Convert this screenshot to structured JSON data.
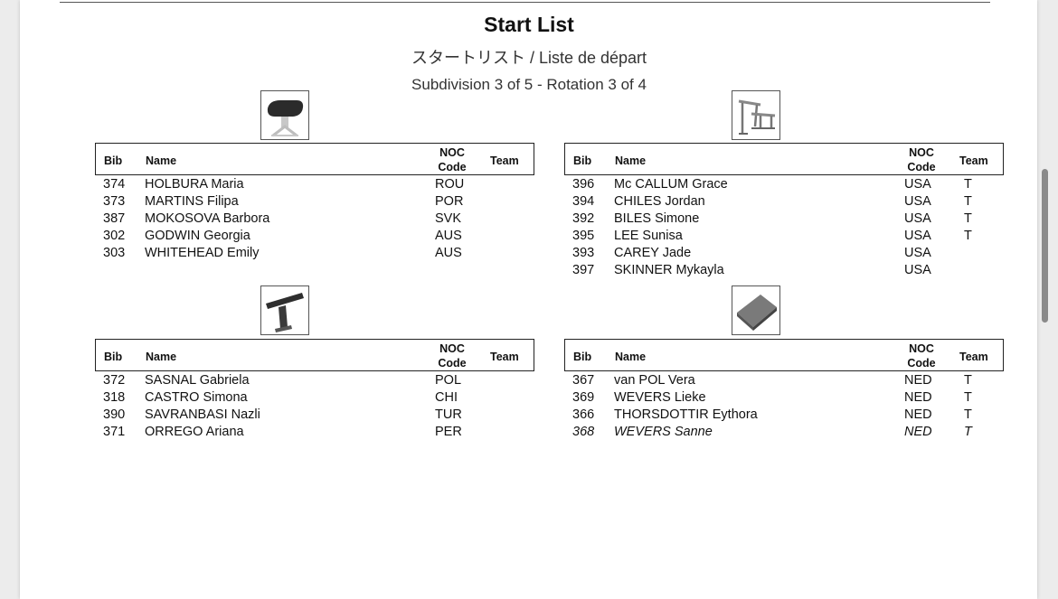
{
  "document": {
    "title": "Start List",
    "subtitle": "スタートリスト / Liste de départ",
    "rotation_info": "Subdivision 3 of 5 - Rotation 3 of 4"
  },
  "columns": {
    "bib": "Bib",
    "name": "Name",
    "noc_line1": "NOC",
    "noc_line2": "Code",
    "team": "Team"
  },
  "apparatus": [
    {
      "icon": "vault-icon",
      "athletes": [
        {
          "bib": "374",
          "name": "HOLBURA Maria",
          "noc": "ROU",
          "team": ""
        },
        {
          "bib": "373",
          "name": "MARTINS Filipa",
          "noc": "POR",
          "team": ""
        },
        {
          "bib": "387",
          "name": "MOKOSOVA Barbora",
          "noc": "SVK",
          "team": ""
        },
        {
          "bib": "302",
          "name": "GODWIN Georgia",
          "noc": "AUS",
          "team": ""
        },
        {
          "bib": "303",
          "name": "WHITEHEAD Emily",
          "noc": "AUS",
          "team": ""
        }
      ]
    },
    {
      "icon": "uneven-bars-icon",
      "athletes": [
        {
          "bib": "396",
          "name": "Mc CALLUM Grace",
          "noc": "USA",
          "team": "T"
        },
        {
          "bib": "394",
          "name": "CHILES Jordan",
          "noc": "USA",
          "team": "T"
        },
        {
          "bib": "392",
          "name": "BILES Simone",
          "noc": "USA",
          "team": "T"
        },
        {
          "bib": "395",
          "name": "LEE Sunisa",
          "noc": "USA",
          "team": "T"
        },
        {
          "bib": "393",
          "name": "CAREY Jade",
          "noc": "USA",
          "team": ""
        },
        {
          "bib": "397",
          "name": "SKINNER Mykayla",
          "noc": "USA",
          "team": ""
        }
      ]
    },
    {
      "icon": "balance-beam-icon",
      "athletes": [
        {
          "bib": "372",
          "name": "SASNAL Gabriela",
          "noc": "POL",
          "team": ""
        },
        {
          "bib": "318",
          "name": "CASTRO Simona",
          "noc": "CHI",
          "team": ""
        },
        {
          "bib": "390",
          "name": "SAVRANBASI Nazli",
          "noc": "TUR",
          "team": ""
        },
        {
          "bib": "371",
          "name": "ORREGO Ariana",
          "noc": "PER",
          "team": ""
        }
      ]
    },
    {
      "icon": "floor-exercise-icon",
      "athletes": [
        {
          "bib": "367",
          "name": "van POL Vera",
          "noc": "NED",
          "team": "T"
        },
        {
          "bib": "369",
          "name": "WEVERS Lieke",
          "noc": "NED",
          "team": "T"
        },
        {
          "bib": "366",
          "name": "THORSDOTTIR Eythora",
          "noc": "NED",
          "team": "T"
        },
        {
          "bib": "368",
          "name": "WEVERS Sanne",
          "noc": "NED",
          "team": "T",
          "italic": true
        }
      ]
    }
  ]
}
